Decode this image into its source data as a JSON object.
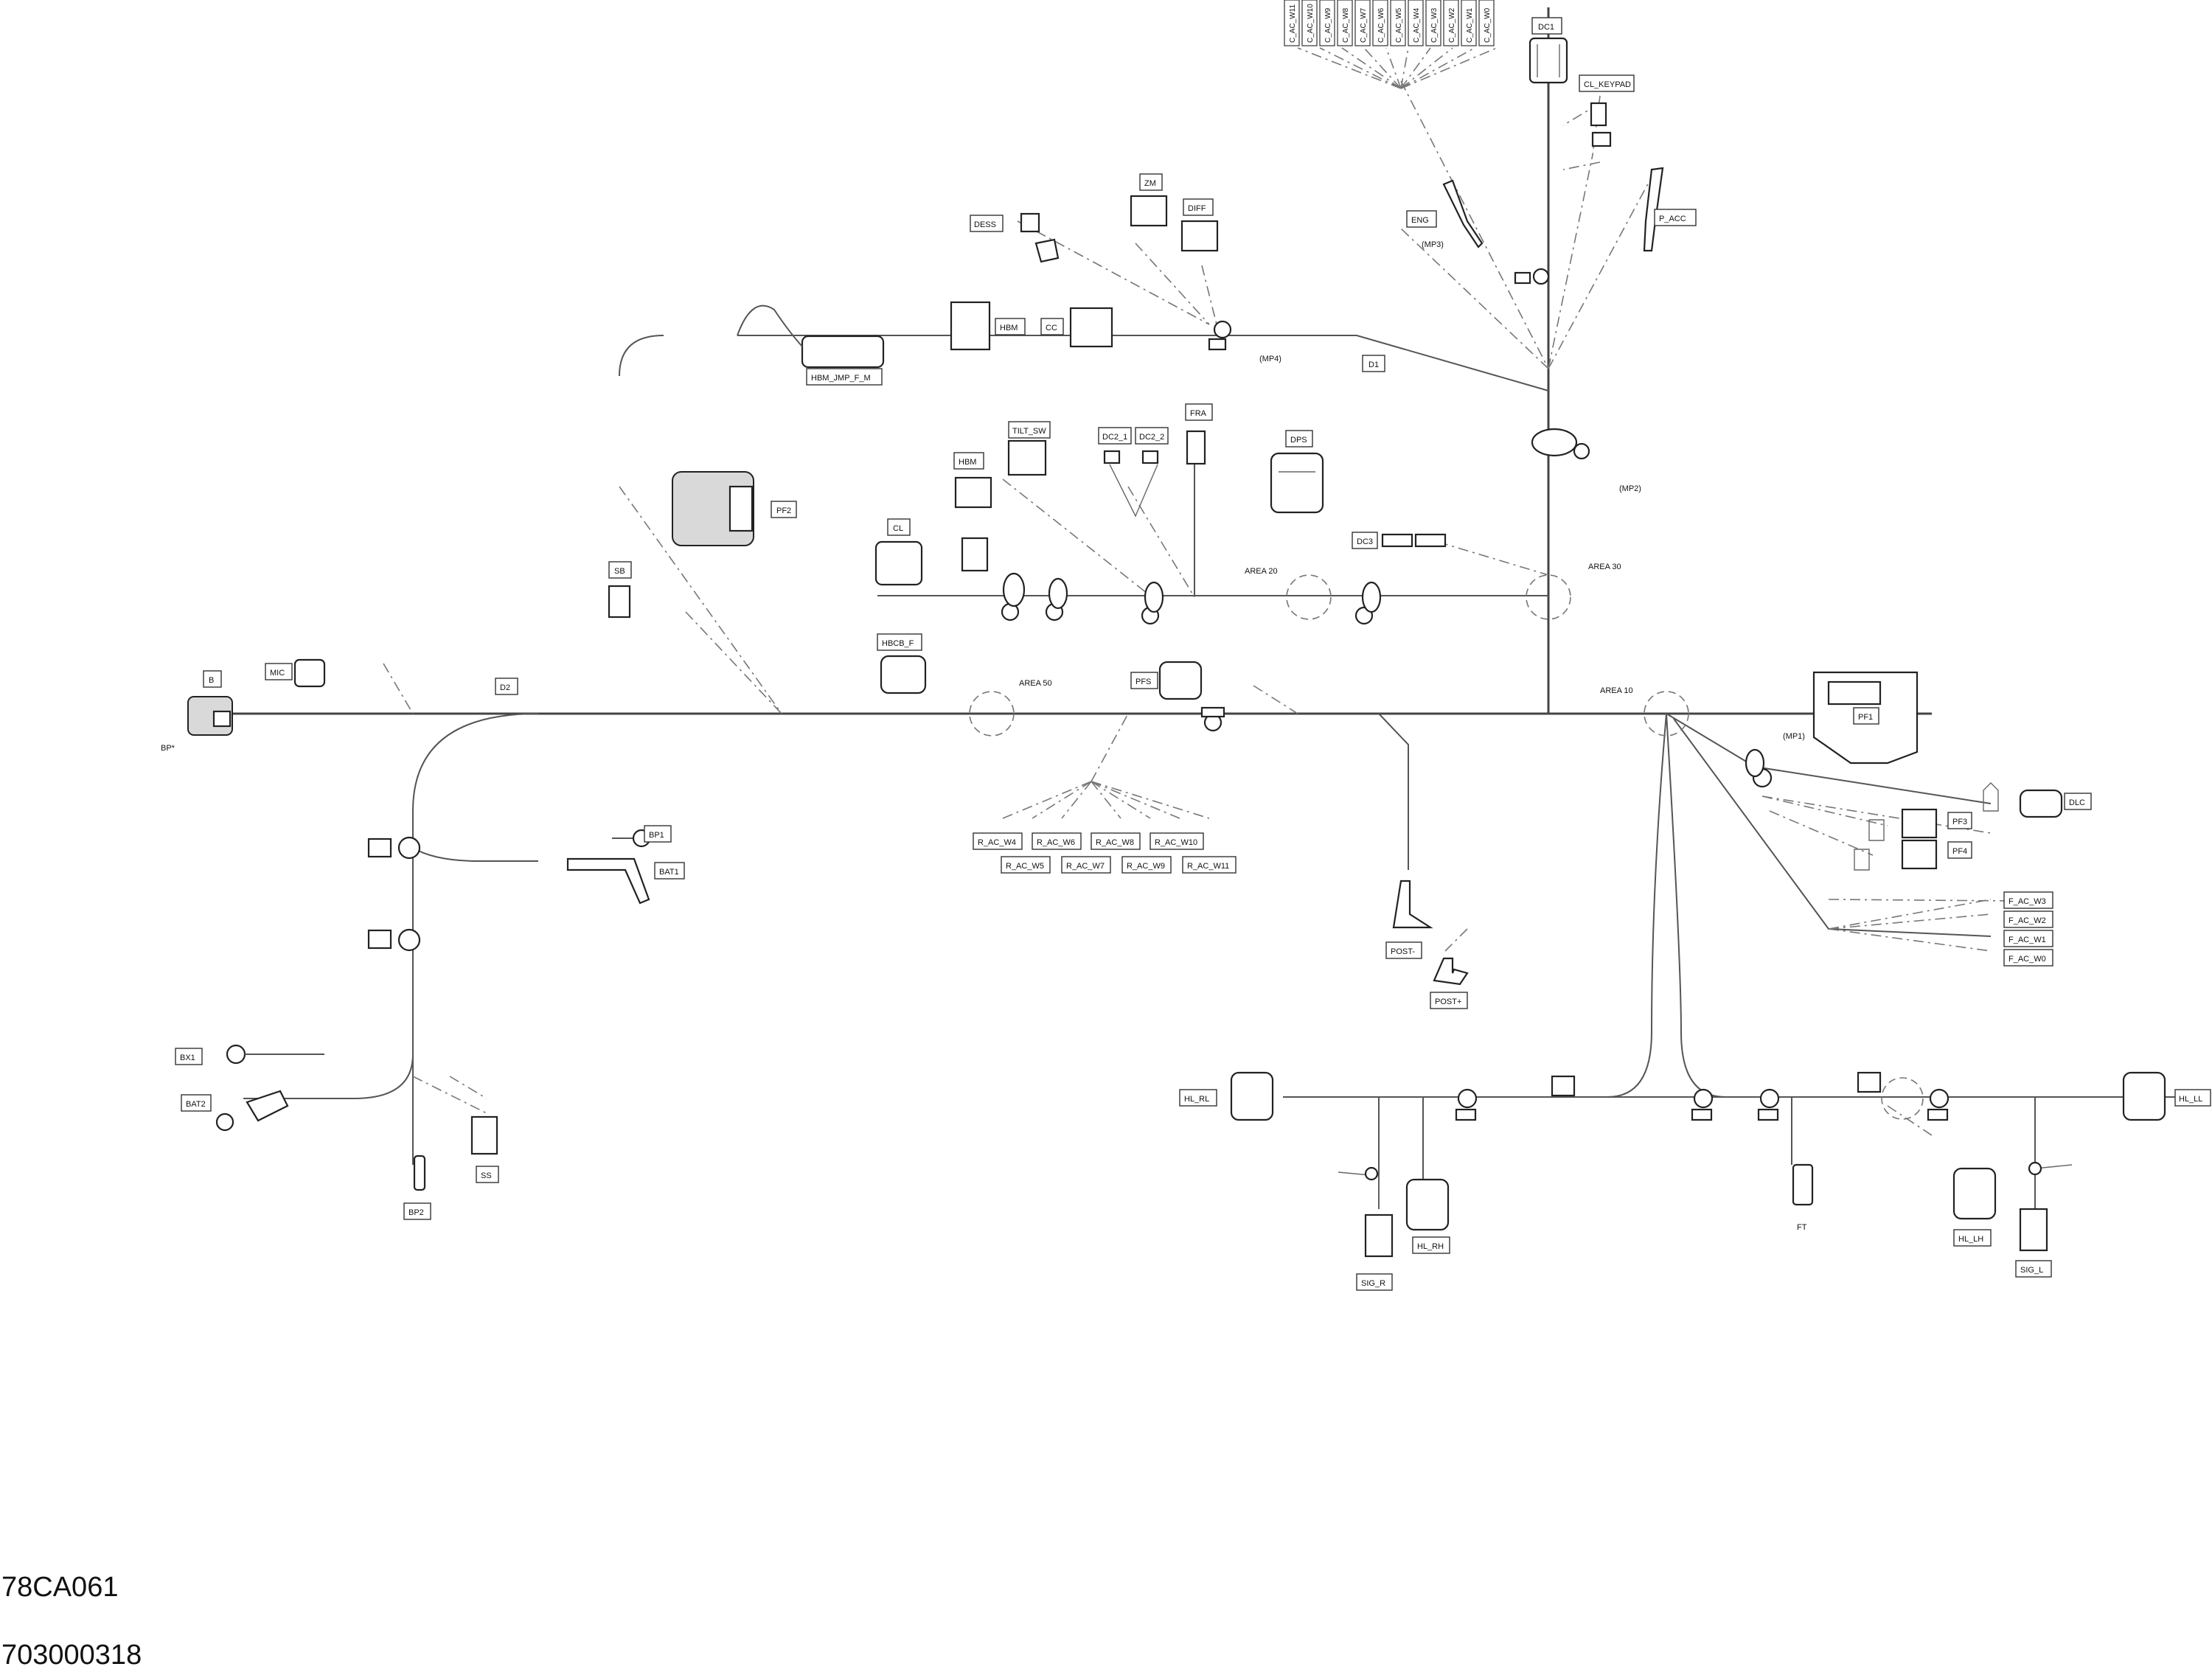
{
  "labels": {
    "C_AC_W11": "C_AC_W11",
    "C_AC_W10": "C_AC_W10",
    "C_AC_W9": "C_AC_W9",
    "C_AC_W8": "C_AC_W8",
    "C_AC_W7": "C_AC_W7",
    "C_AC_W6": "C_AC_W6",
    "C_AC_W5": "C_AC_W5",
    "C_AC_W4": "C_AC_W4",
    "C_AC_W3": "C_AC_W3",
    "C_AC_W2": "C_AC_W2",
    "C_AC_W1": "C_AC_W1",
    "C_AC_W0": "C_AC_W0",
    "DC1": "DC1",
    "CL_KEYPAD": "CL_KEYPAD",
    "ZM": "ZM",
    "DIFF": "DIFF",
    "DESS": "DESS",
    "HBM": "HBM",
    "HBM2": "HBM",
    "CC": "CC",
    "HBM_JMP_F_M": "HBM_JMP_F_M",
    "ENG": "ENG",
    "MP3": "(MP3)",
    "P_ACC": "P_ACC",
    "MP4": "(MP4)",
    "D1": "D1",
    "MP2": "(MP2)",
    "TILT_SW": "TILT_SW",
    "DC2_1": "DC2_1",
    "DC2_2": "DC2_2",
    "FRA": "FRA",
    "DPS": "DPS",
    "PF2": "PF2",
    "CL": "CL",
    "AREA_20": "AREA 20",
    "DC3": "DC3",
    "AREA_30": "AREA 30",
    "SB": "SB",
    "HBCB_F": "HBCB_F",
    "AREA_50": "AREA 50",
    "PFS": "PFS",
    "AREA_10": "AREA 10",
    "PF1": "PF1",
    "MP1": "(MP1)",
    "B": "B",
    "MIC": "MIC",
    "D2": "D2",
    "BP1_star": "BP*",
    "DLC": "DLC",
    "PF3": "PF3",
    "PF4": "PF4",
    "R_AC_W4": "R_AC_W4",
    "R_AC_W6": "R_AC_W6",
    "R_AC_W8": "R_AC_W8",
    "R_AC_W10": "R_AC_W10",
    "R_AC_W5": "R_AC_W5",
    "R_AC_W7": "R_AC_W7",
    "R_AC_W9": "R_AC_W9",
    "R_AC_W11": "R_AC_W11",
    "BP1": "BP1",
    "BAT1": "BAT1",
    "BX1": "BX1",
    "BAT2": "BAT2",
    "SS": "SS",
    "BP2": "BP2",
    "POST_minus": "POST-",
    "POST_plus": "POST+",
    "F_AC_W3": "F_AC_W3",
    "F_AC_W2": "F_AC_W2",
    "F_AC_W1": "F_AC_W1",
    "F_AC_W0": "F_AC_W0",
    "HL_RL": "HL_RL",
    "HL_LL": "HL_LL",
    "HL_RH": "HL_RH",
    "HL_LH": "HL_LH",
    "SIG_R": "SIG_R",
    "SIG_L": "SIG_L",
    "FT": "FT"
  },
  "footer": {
    "diagram_code": "78CA061",
    "part_number": "703000318"
  }
}
